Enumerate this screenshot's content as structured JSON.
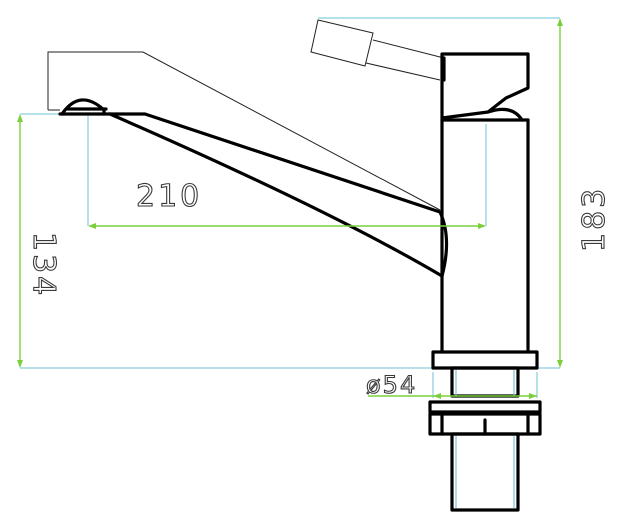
{
  "drawing": {
    "dimensions": {
      "spout_reach": "210",
      "spout_height": "134",
      "total_height": "183",
      "base_diameter": "ø54"
    }
  }
}
